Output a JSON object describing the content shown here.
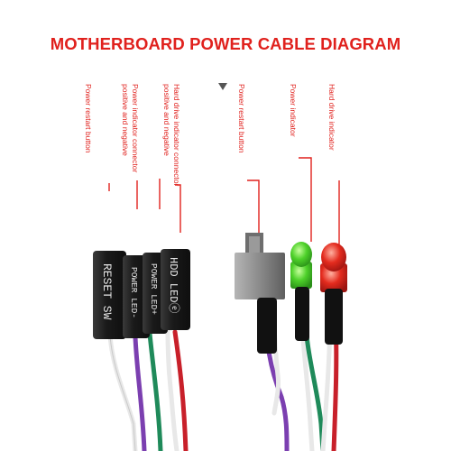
{
  "title": "MOTHERBOARD POWER CABLE DIAGRAM",
  "labels": {
    "power_restart_left": "Power restart button",
    "power_indicator_connector": [
      "Power indicator connector",
      "positive and negative"
    ],
    "hdd_indicator_connector": [
      "Hard drive indicator connector",
      "positive and negative"
    ],
    "power_restart_right": "Power restart button",
    "power_indicator": "Power indicator",
    "hdd_indicator": "Hard drive indicator"
  },
  "connector_text": {
    "reset": "RESET SW",
    "power_neg": "POWER LED-",
    "power_pos": "POWER LED+",
    "hdd": "HDD LEDⓔ"
  },
  "colors": {
    "accent_red": "#e0211d",
    "connector_black": "#1c1c1c",
    "wire_purple": "#7b3fb0",
    "wire_green": "#1f8a5a",
    "wire_red": "#c8202a",
    "wire_white": "#e8e8e8",
    "led_green": "#4ed12a",
    "led_red": "#e32b1e",
    "switch_gray": "#8a8a8a"
  },
  "icons": [
    "down-triangle-marker-icon"
  ]
}
